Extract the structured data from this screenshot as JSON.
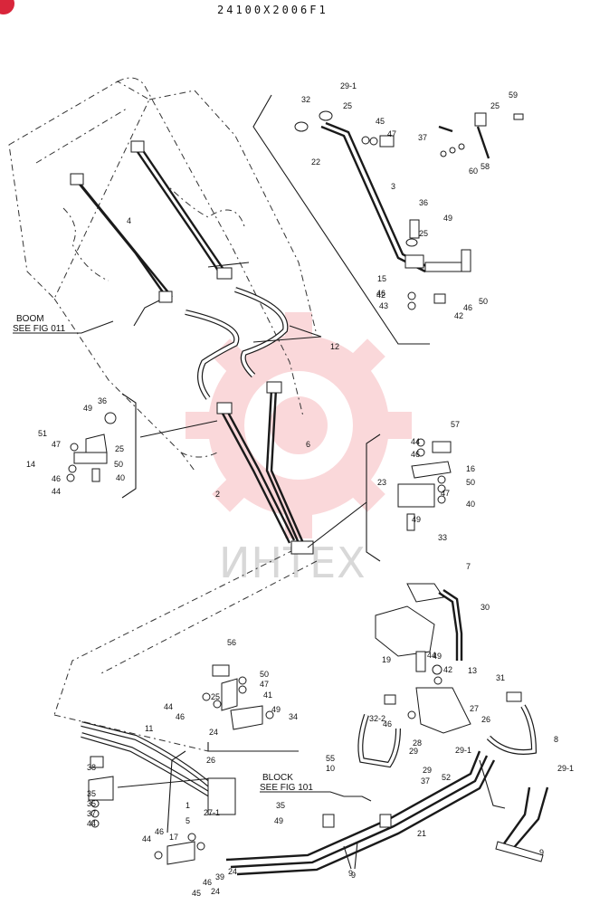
{
  "header": {
    "code": "24100X2006F1"
  },
  "watermark": {
    "text": "ИНТЕХ",
    "color": "#f3a3a8"
  },
  "notes": {
    "boom_title": "BOOM",
    "boom_ref": "SEE FIG 011",
    "block_title": "BLOCK",
    "block_ref": "SEE FIG 101"
  },
  "callouts": [
    "1",
    "2",
    "3",
    "4",
    "5",
    "6",
    "7",
    "8",
    "9",
    "9",
    "9",
    "10",
    "11",
    "12",
    "13",
    "14",
    "15",
    "16",
    "17",
    "19",
    "21",
    "22",
    "23",
    "24",
    "24",
    "24",
    "25",
    "25",
    "25",
    "25",
    "25",
    "26",
    "26",
    "27",
    "27-1",
    "28",
    "29",
    "29",
    "29-1",
    "29-1",
    "29-1",
    "30",
    "31",
    "32",
    "32-2",
    "33",
    "34",
    "35",
    "35",
    "35",
    "36",
    "36",
    "37",
    "37",
    "37",
    "38",
    "39",
    "40",
    "40",
    "41",
    "42",
    "42",
    "42",
    "43",
    "44",
    "44",
    "44",
    "44",
    "44",
    "44",
    "45",
    "45",
    "46",
    "46",
    "46",
    "46",
    "46",
    "46",
    "46",
    "46",
    "47",
    "47",
    "47",
    "47",
    "49",
    "49",
    "49",
    "49",
    "49",
    "49",
    "50",
    "50",
    "50",
    "50",
    "51",
    "52",
    "55",
    "56",
    "57",
    "58",
    "59",
    "60"
  ]
}
